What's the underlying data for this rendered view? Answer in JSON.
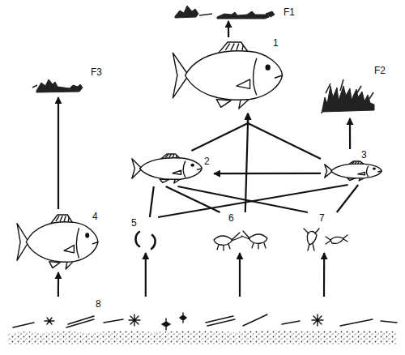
{
  "diagram": {
    "nodes": [
      {
        "text": [
          "F1"
        ]
      },
      {
        "text": [
          "1"
        ]
      },
      {
        "text": [
          "F2"
        ]
      },
      {
        "text": [
          "F3"
        ]
      },
      {
        "text": [
          "2"
        ]
      },
      {
        "text": [
          "3"
        ]
      },
      {
        "text": [
          "4"
        ]
      },
      {
        "text": [
          "5"
        ]
      },
      {
        "text": [
          "6"
        ]
      },
      {
        "text": [
          "7"
        ]
      },
      {
        "text": [
          "8"
        ]
      }
    ],
    "edges": [
      {
        "from": 1,
        "to": 0,
        "arrow": "to"
      },
      {
        "from": 5,
        "to": 2,
        "arrow": "to"
      },
      {
        "from": 6,
        "to": 3,
        "arrow": "to"
      },
      {
        "from": 4,
        "to": 1,
        "arrow": "to"
      },
      {
        "from": 8,
        "to": 1,
        "arrow": "to"
      },
      {
        "from": 5,
        "to": 1,
        "arrow": "to"
      },
      {
        "from": 5,
        "to": 4,
        "arrow": "to"
      },
      {
        "from": 7,
        "to": 4,
        "arrow": "none"
      },
      {
        "from": 8,
        "to": 4,
        "arrow": "none"
      },
      {
        "from": 9,
        "to": 4,
        "arrow": "none"
      },
      {
        "from": 7,
        "to": 5,
        "arrow": "none"
      },
      {
        "from": 9,
        "to": 5,
        "arrow": "none"
      },
      {
        "from": 10,
        "to": 6,
        "arrow": "to"
      },
      {
        "from": 10,
        "to": 7,
        "arrow": "to"
      },
      {
        "from": 10,
        "to": 8,
        "arrow": "to"
      },
      {
        "from": 10,
        "to": 9,
        "arrow": "to"
      }
    ]
  }
}
